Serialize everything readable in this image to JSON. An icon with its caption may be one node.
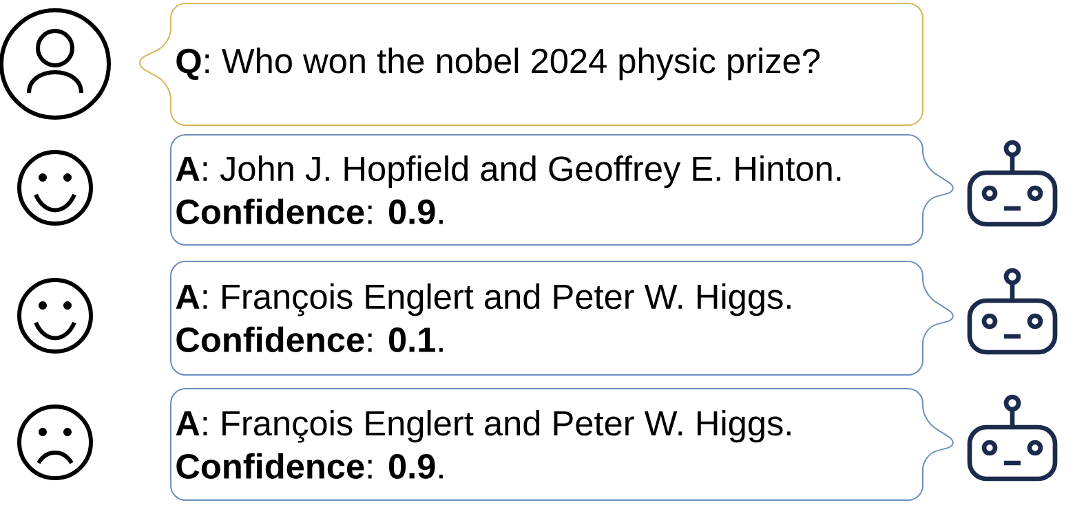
{
  "diagram": {
    "nodes": [
      {
        "text": [
          "**Q**: Who won the nobel 2024 physic prize?"
        ]
      },
      {
        "text": [
          "**A**: John J. Hopfield and Geoffrey E. Hinton.",
          "**Confidence**: **0.9**."
        ]
      },
      {
        "text": [
          "**A**: François Englert and Peter W. Higgs.",
          "**Confidence**: **0.1**."
        ]
      },
      {
        "text": [
          "**A**: François Englert and Peter W. Higgs.",
          "**Confidence**: **0.9**."
        ]
      }
    ]
  }
}
